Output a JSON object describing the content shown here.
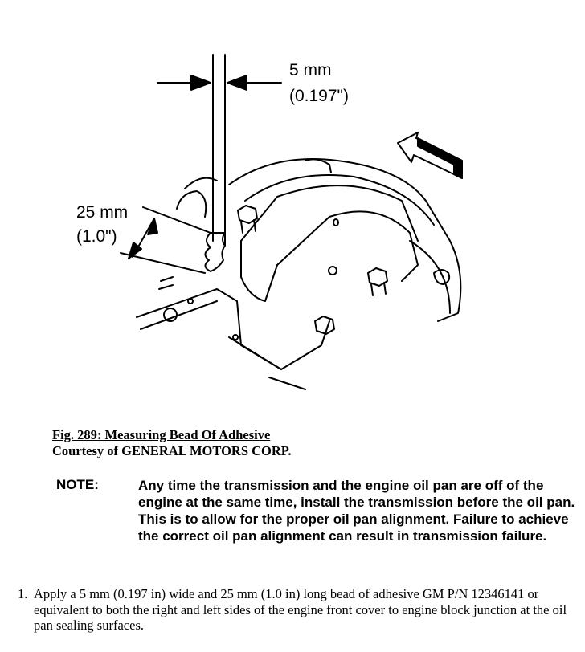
{
  "figure": {
    "width_label": "5 mm",
    "width_label_imperial": "(0.197\")",
    "length_label": "25 mm",
    "length_label_imperial": "(1.0\")",
    "arrow_icon": "direction-arrow-icon"
  },
  "caption": {
    "title": "Fig. 289: Measuring Bead Of Adhesive",
    "courtesy": "Courtesy of GENERAL MOTORS CORP."
  },
  "note": {
    "label": "NOTE:",
    "text": "Any time the transmission and the engine oil pan are off of the engine at the same time, install the transmission before the oil pan. This is to allow for the proper oil pan alignment. Failure to achieve the correct oil pan alignment can result in transmission failure."
  },
  "steps": [
    {
      "number": "1.",
      "text": "Apply a 5 mm (0.197 in) wide and 25 mm (1.0 in) long bead of adhesive GM P/N 12346141 or equivalent to both the right and left sides of the engine front cover to engine block junction at the oil pan sealing surfaces."
    }
  ]
}
